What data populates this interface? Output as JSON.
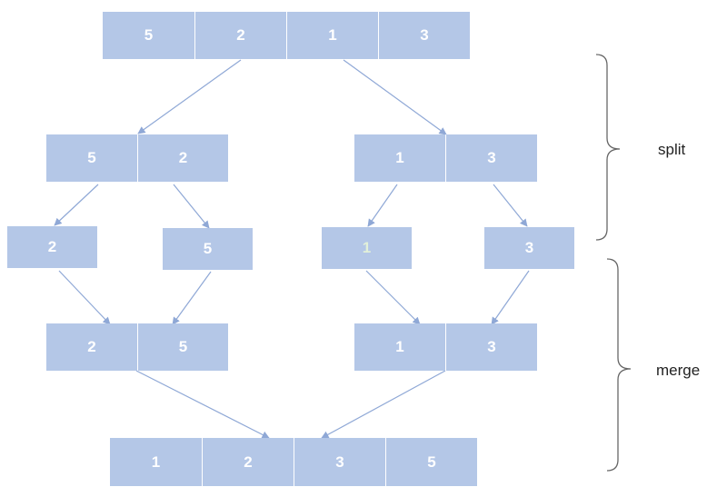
{
  "colors": {
    "cell_fill": "#b4c7e7",
    "cell_text": "#ffffff",
    "arrow": "#8fa8d6",
    "brace": "#666666"
  },
  "row1": [
    "5",
    "2",
    "1",
    "3"
  ],
  "row2_left": [
    "5",
    "2"
  ],
  "row2_right": [
    "1",
    "3"
  ],
  "row3": [
    "2",
    "5",
    "1",
    "3"
  ],
  "row4_left": [
    "2",
    "5"
  ],
  "row4_right": [
    "1",
    "3"
  ],
  "row5": [
    "1",
    "2",
    "3",
    "5"
  ],
  "labels": {
    "split": "split",
    "merge": "merge"
  }
}
